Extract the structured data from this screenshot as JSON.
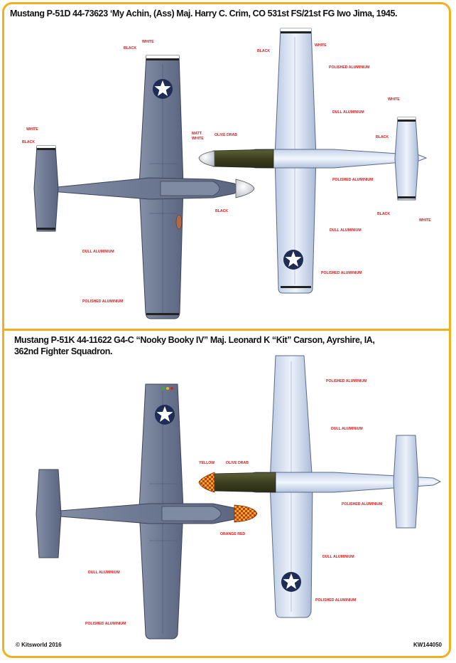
{
  "profile1": {
    "title": "Mustang P-51D 44-73623 ‘My Achin, (Ass) Maj. Harry C. Crim, CO 531st FS/21st FG Iwo Jima, 1945.",
    "labels": {
      "white_a": "WHITE",
      "black_a": "BLACK",
      "white_b": "WHITE",
      "black_b": "BLACK",
      "matt_white_1": "MATT",
      "matt_white_2": "WHITE",
      "black_c": "BLACK",
      "dull_left": "DULL ALUMINIUM",
      "polished_left": "POLISHED ALUMINIUM",
      "black_d": "BLACK",
      "white_d": "WHITE",
      "polished_wing_upper": "POLISHED ALUMINIUM",
      "dull_wing_upper": "DULL ALUMINIUM",
      "olive_drab": "OLIVE DRAB",
      "white_e": "WHITE",
      "black_e": "BLACK",
      "polished_fuselage": "POLISHED ALUMINIUM",
      "black_f": "BLACK",
      "white_f": "WHITE",
      "dull_wing_lower": "DULL ALUMINIUM",
      "polished_wing_lower": "POLISHED ALUMINIUM"
    }
  },
  "profile2": {
    "title_line1": "Mustang P-51K 44-11622 G4-C “Nooky Booky IV” Maj. Leonard K “Kit” Carson, Ayrshire, IA,",
    "title_line2": "362nd Fighter Squadron.",
    "labels": {
      "yellow": "YELLOW",
      "olive_drab": "OLIVE DRAB",
      "orange_red": "ORANGE RED",
      "dull_left": "DULL ALUMINIUM",
      "polished_left": "POLISHED ALUMINIUM",
      "polished_wing_upper": "POLISHED ALUMINIUM",
      "dull_wing_upper": "DULL ALUMINIUM",
      "polished_fuselage": "POLISHED ALUMINIUM",
      "dull_wing_lower": "DULL ALUMINIUM",
      "polished_wing_lower": "POLISHED ALUMINIUM"
    }
  },
  "footer": {
    "copyright": "© Kitsworld 2016",
    "code": "KW144050"
  },
  "colors": {
    "border": "#f2b01e",
    "label": "#d91a1a",
    "gray": "#6f7a94",
    "olive": "#4a4f2a",
    "silver": "#d8e2f0"
  }
}
